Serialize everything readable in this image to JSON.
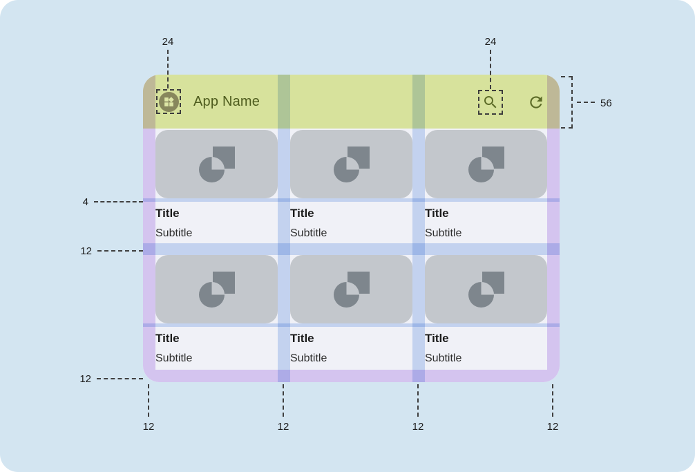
{
  "app_bar": {
    "title": "App Name",
    "icons": [
      "widgets-avatar",
      "search",
      "refresh"
    ]
  },
  "cards": [
    {
      "title": "Title",
      "subtitle": "Subtitle"
    },
    {
      "title": "Title",
      "subtitle": "Subtitle"
    },
    {
      "title": "Title",
      "subtitle": "Subtitle"
    },
    {
      "title": "Title",
      "subtitle": "Subtitle"
    },
    {
      "title": "Title",
      "subtitle": "Subtitle"
    },
    {
      "title": "Title",
      "subtitle": "Subtitle"
    }
  ],
  "annotations": {
    "avatar_icon_size": "24",
    "action_icon_size": "24",
    "app_bar_height": "56",
    "image_text_gap": "4",
    "row_gap": "12",
    "bottom_margin": "12",
    "bottom_labels": [
      "12",
      "12",
      "12",
      "12"
    ]
  },
  "colors": {
    "canvas_background": "#d3e5f1",
    "app_bar_highlight": "#d7e29c",
    "keyline_blue": "#cfdff7",
    "keyline_purple": "#e2d0f7",
    "card_image_gray": "#c3c7cc",
    "icon_olive": "#5c6b27"
  }
}
